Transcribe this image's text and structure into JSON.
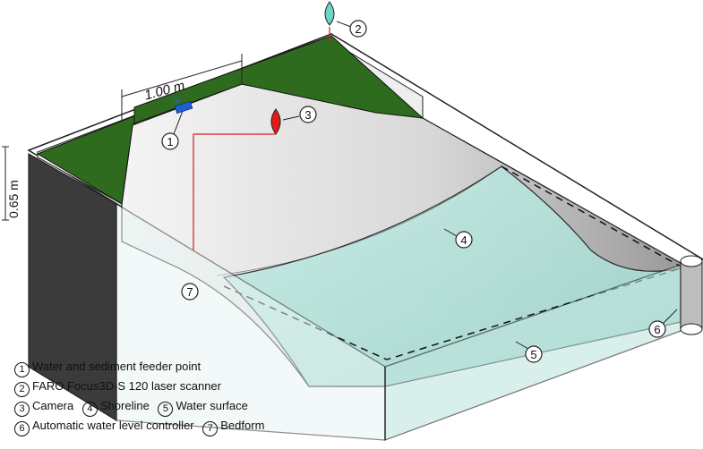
{
  "dimensions": {
    "width_label": "1.00 m",
    "depth_label": "0.65 m"
  },
  "callouts": {
    "c1": "1",
    "c2": "2",
    "c3": "3",
    "c4": "4",
    "c5": "5",
    "c6": "6",
    "c7": "7"
  },
  "legend": [
    {
      "num": "1",
      "text": "Water and sediment feeder point"
    },
    {
      "num": "2",
      "text": "FARO Focus3D-S 120 laser scanner"
    },
    {
      "num": "3",
      "text": "Camera",
      "num2": "4",
      "text2": "Shoreline",
      "num3": "5",
      "text3": "Water surface"
    },
    {
      "num": "6",
      "text": "Automatic water level controller",
      "num2": "7",
      "text2": "Bedform"
    }
  ],
  "colors": {
    "vegetation": "#2f6b1f",
    "water": "#a9dcd5",
    "feeder": "#1e5fd6",
    "scanner": "#6ed6c6",
    "camera": "#e01b1b",
    "wall": "#3b3b3b"
  }
}
